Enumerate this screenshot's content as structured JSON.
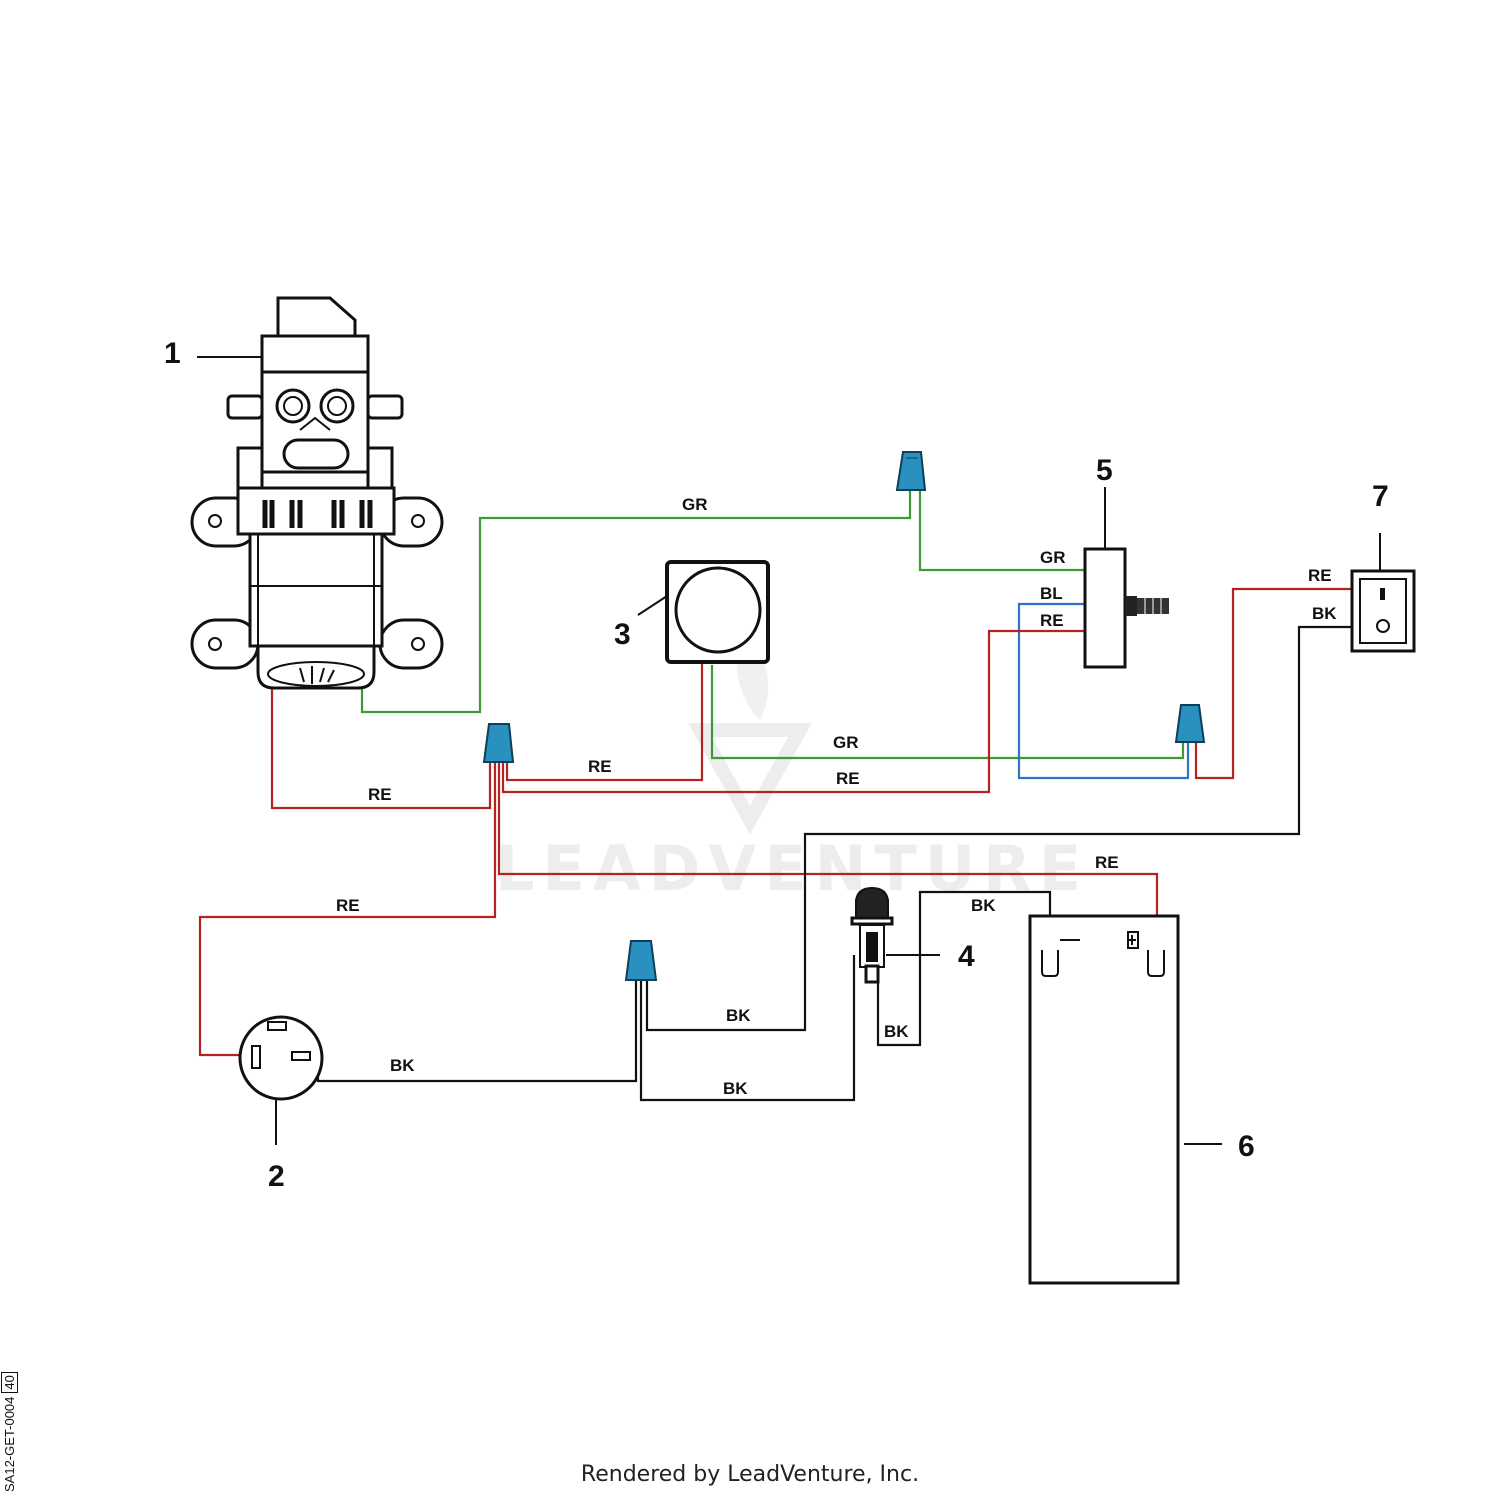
{
  "callouts": {
    "c1": "1",
    "c2": "2",
    "c3": "3",
    "c4": "4",
    "c5": "5",
    "c6": "6",
    "c7": "7"
  },
  "wire_labels": {
    "gr_top": "GR",
    "gr_switch": "GR",
    "bl_switch": "BL",
    "re_switch": "RE",
    "re_outlet": "RE",
    "bk_outlet": "BK",
    "gr_mid": "GR",
    "re_mid1": "RE",
    "re_mid2": "RE",
    "re_pump": "RE",
    "re_left": "RE",
    "re_battery": "RE",
    "bk_fuse_top": "BK",
    "bk_fuse_low": "BK",
    "bk_conn_top": "BK",
    "bk_conn_low": "BK",
    "bk_plug": "BK"
  },
  "watermark": "LEADVENTURE",
  "footer": "Rendered by LeadVenture, Inc.",
  "drawing_code": "SA12-GET-0004",
  "drawing_rev": "40",
  "colors": {
    "red_wire": "#b52222",
    "green_wire": "#3d9b36",
    "blue_wire": "#2f73c2",
    "black_wire": "#111111",
    "wire_nut": "#2a90c0"
  }
}
